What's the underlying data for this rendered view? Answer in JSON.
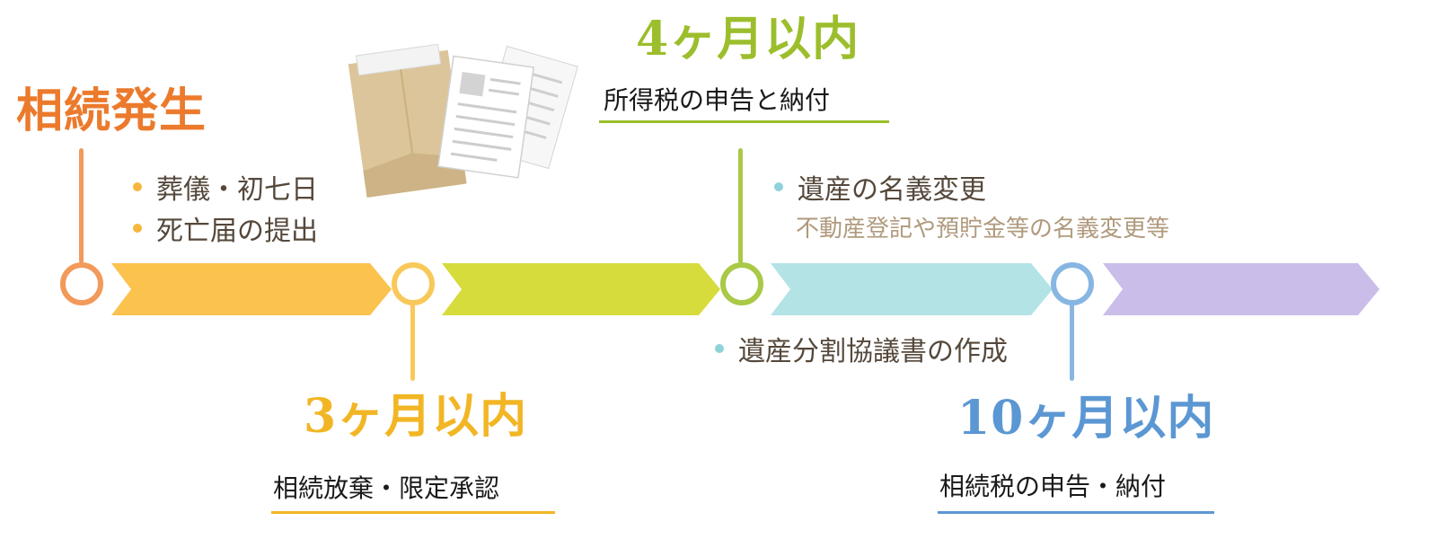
{
  "colors": {
    "orange": "#ef8c4a",
    "yellow": "#f6c54f",
    "green": "#a8c63b",
    "cyan": "#9fd8de",
    "blue": "#80b2e0",
    "purple": "#c9b9e6",
    "text_brown": "#55483b",
    "note_tan": "#b09a7d"
  },
  "start": {
    "title": "相続発生"
  },
  "start_items": [
    "葬儀・初七日",
    "死亡届の提出"
  ],
  "milestone_3": {
    "title": "3ヶ月以内",
    "subtitle": "相続放棄・限定承認"
  },
  "milestone_4": {
    "title": "4ヶ月以内",
    "subtitle": "所得税の申告と納付"
  },
  "milestone_4_items": {
    "item": "遺産の名義変更",
    "note": "不動産登記や預貯金等の名義変更等"
  },
  "mid_item": "遺産分割協議書の作成",
  "milestone_10": {
    "title": "10ヶ月以内",
    "subtitle": "相続税の申告・納付"
  },
  "icons": {
    "documents": "documents-envelope-icon"
  }
}
